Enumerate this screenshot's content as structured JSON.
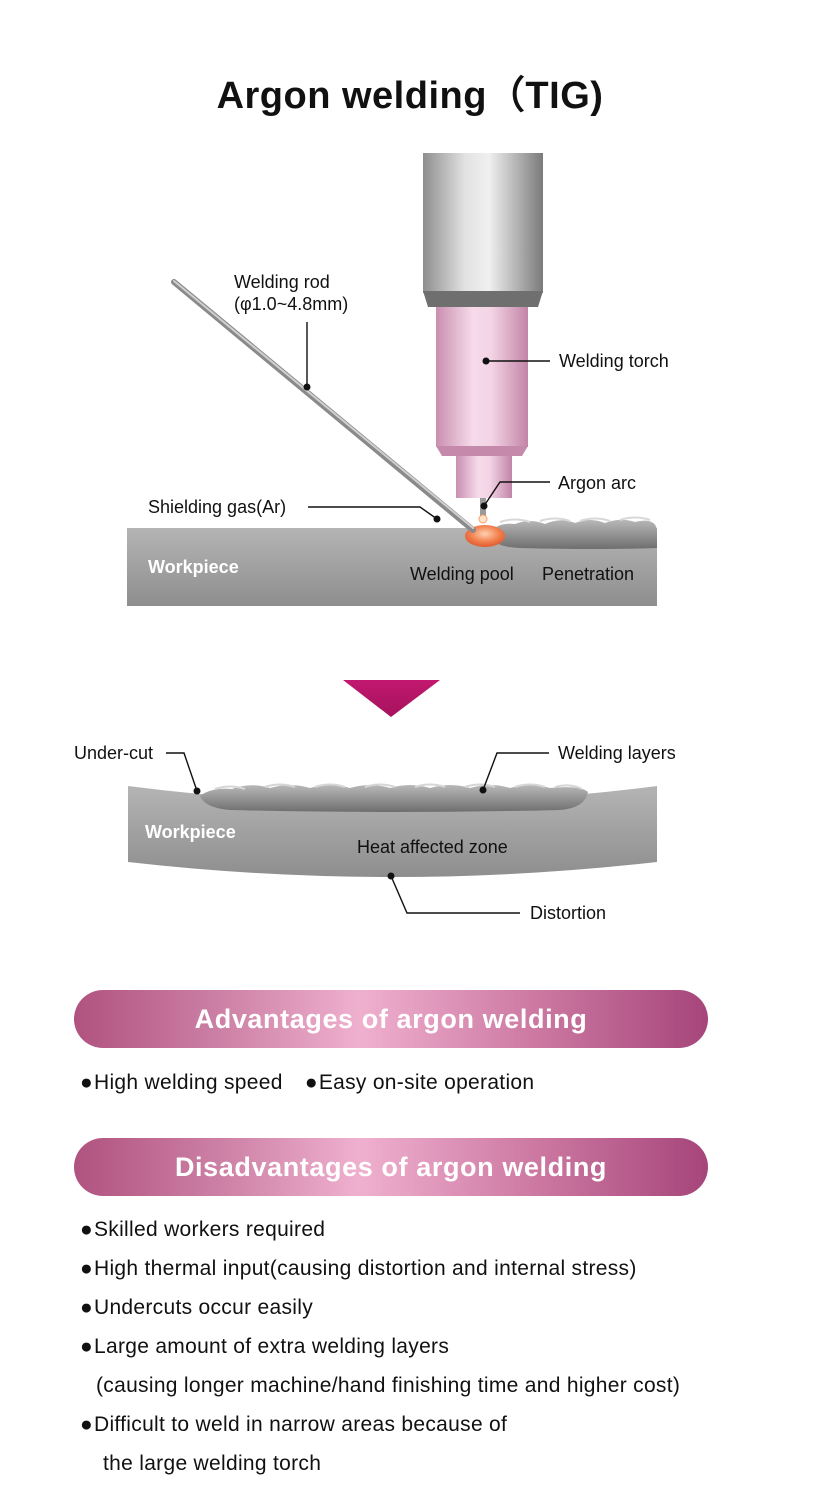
{
  "title": "Argon welding（TIG)",
  "diagram_top": {
    "welding_rod_label_line1": "Welding rod",
    "welding_rod_label_line2": "(φ1.0~4.8mm)",
    "welding_torch_label": "Welding torch",
    "argon_arc_label": "Argon arc",
    "shielding_gas_label": "Shielding gas(Ar)",
    "workpiece_label": "Workpiece",
    "welding_pool_label": "Welding pool",
    "penetration_label": "Penetration"
  },
  "diagram_bottom": {
    "under_cut_label": "Under-cut",
    "welding_layers_label": "Welding layers",
    "workpiece_label": "Workpiece",
    "heat_affected_zone_label": "Heat affected zone",
    "distortion_label": "Distortion"
  },
  "advantages": {
    "heading": "Advantages of argon welding",
    "bullet": "●",
    "items": [
      "High welding speed",
      "Easy on-site operation"
    ]
  },
  "disadvantages": {
    "heading": "Disadvantages of argon welding",
    "bullet": "●",
    "items": [
      "Skilled workers required",
      "High thermal input(causing distortion and internal stress)",
      "Undercuts occur easily",
      "Large amount of extra welding layers",
      "(causing longer machine/hand finishing time and higher cost)",
      "Difficult to weld in narrow areas because of",
      "the large welding torch"
    ]
  },
  "colors": {
    "accent": "#b5146a",
    "banner_mid": "#efb0cf",
    "workpiece": "#9c9c9c",
    "torch_pink": "#e8bcd6",
    "weld_pool": "#f07a4a"
  }
}
